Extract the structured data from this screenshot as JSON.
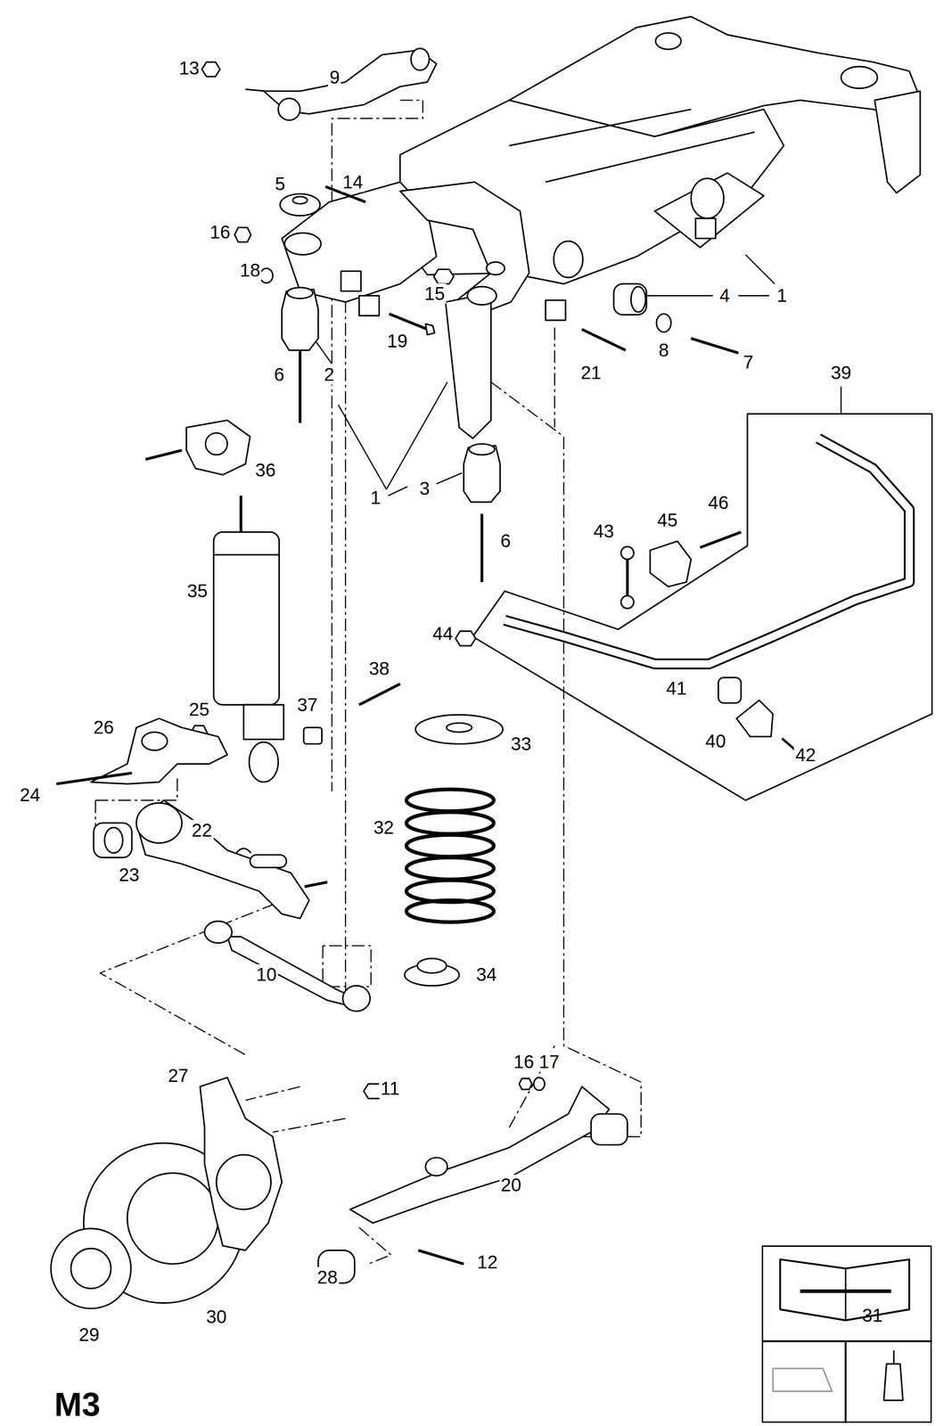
{
  "diagram": {
    "nodes": [
      {
        "text": [
          "31"
        ]
      }
    ],
    "labels": [
      "13",
      "9",
      "5",
      "14",
      "16",
      "18",
      "15",
      "4",
      "1",
      "2",
      "6",
      "19",
      "21",
      "8",
      "7",
      "39",
      "1",
      "3",
      "36",
      "6",
      "46",
      "43",
      "45",
      "35",
      "44",
      "38",
      "37",
      "25",
      "26",
      "33",
      "41",
      "40",
      "42",
      "24",
      "22",
      "32",
      "23",
      "34",
      "10",
      "27",
      "16",
      "17",
      "11",
      "20",
      "12",
      "28",
      "29",
      "30",
      "M3"
    ]
  }
}
